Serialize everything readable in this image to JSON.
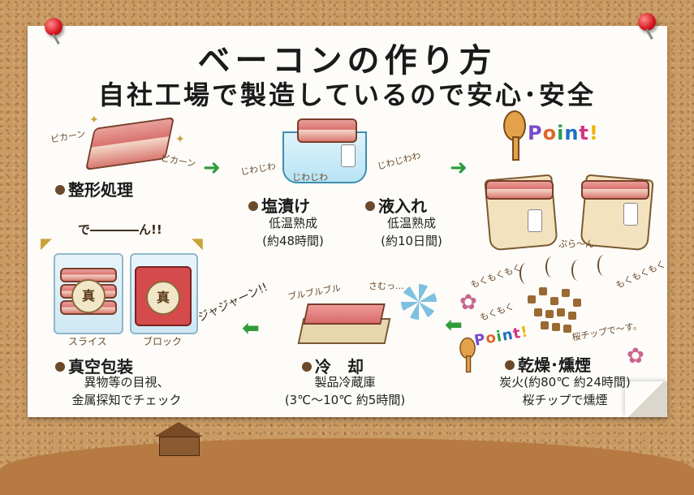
{
  "title": {
    "main": "ベーコンの作り方",
    "sub": "自社工場で製造しているので安心･安全"
  },
  "steps": {
    "trimming": {
      "label": "整形処理",
      "sfx1": "ピカーン",
      "sfx2": "ピカーン"
    },
    "salting": {
      "label": "塩漬け",
      "desc1": "低温熟成",
      "desc2": "(約48時間)",
      "sfx": "じわじわ",
      "sfx_inner": "じわじわ"
    },
    "brining": {
      "label": "液入れ",
      "desc1": "低温熟成",
      "desc2": "(約10日間)",
      "sfx": "じわじわわ"
    },
    "hanging": {
      "sfx": "ぷら〜ん"
    },
    "smoking": {
      "label": "乾燥･燻煙",
      "desc1": "炭火(約80℃ 約24時間)",
      "desc2": "桜チップで燻煙",
      "sfx_chips": "桜チップで〜す。",
      "sfx_mok1": "もくもくもく",
      "sfx_mok2": "もくもく",
      "sfx_mok3": "もくもくもく"
    },
    "cooling": {
      "label": "冷　却",
      "desc1": "製品冷蔵庫",
      "desc2": "(3℃〜10℃ 約5時間)",
      "sfx1": "ブルブルブル",
      "sfx2": "さむっ…"
    },
    "packing": {
      "label": "真空包装",
      "desc1": "異物等の目視、",
      "desc2": "金属探知でチェック",
      "sfx_top": "で――――ん!!",
      "sfx_side": "ジャジャーン!!",
      "slice": "スライス",
      "block": "ブロック",
      "seal": "真"
    }
  },
  "point": {
    "letters": [
      "P",
      "o",
      "i",
      "n",
      "t",
      "!"
    ]
  },
  "colors": {
    "arrow": "#2f9c3a",
    "pin": "#d4141e",
    "cork": "#c99a63"
  },
  "icons": {
    "pin": "push-pin-icon",
    "arrow": "arrow-icon",
    "dot": "bullet-dot-icon"
  }
}
